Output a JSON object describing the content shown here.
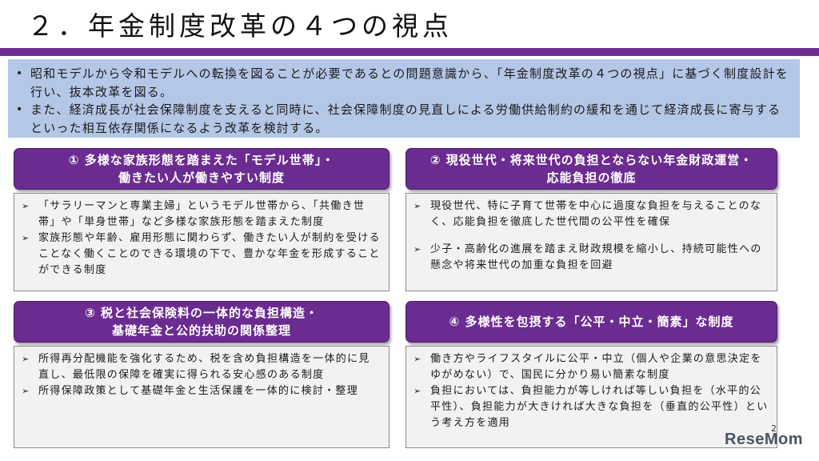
{
  "title": "２．年金制度改革の４つの視点",
  "summary": [
    "昭和モデルから令和モデルへの転換を図ることが必要であるとの問題意識から、「年金制度改革の４つの視点」に基づく制度設計を行い、抜本改革を図る。",
    "また、経済成長が社会保障制度を支えると同時に、社会保障制度の見直しによる労働供給制約の緩和を通じて経済成長に寄与するといった相互依存関係になるよう改革を検討する。"
  ],
  "sections": [
    {
      "header": "① 多様な家族形態を踏まえた「モデル世帯」・\n働きたい人が働きやすい制度",
      "items": [
        "「サラリーマンと専業主婦」というモデル世帯から、「共働き世帯」や「単身世帯」など多様な家族形態を踏まえた制度",
        "家族形態や年齢、雇用形態に関わらず、働きたい人が制約を受けることなく働くことのできる環境の下で、豊かな年金を形成することができる制度"
      ]
    },
    {
      "header": "② 現役世代・将来世代の負担とならない年金財政運営・\n応能負担の徹底",
      "items": [
        "現役世代、特に子育て世帯を中心に過度な負担を与えることのなく、応能負担を徹底した世代間の公平性を確保",
        "少子・高齢化の進展を踏まえ財政規模を縮小し、持続可能性への懸念や将来世代の加重な負担を回避"
      ]
    },
    {
      "header": "③ 税と社会保険料の一体的な負担構造・\n基礎年金と公的扶助の関係整理",
      "items": [
        "所得再分配機能を強化するため、税を含め負担構造を一体的に見直し、最低限の保障を確実に得られる安心感のある制度",
        "所得保障政策として基礎年金と生活保護を一体的に検討・整理"
      ]
    },
    {
      "header": "④ 多様性を包摂する「公平・中立・簡素」な制度",
      "items": [
        "働き方やライフスタイルに公平・中立（個人や企業の意思決定をゆがめない）で、国民に分かり易い簡素な制度",
        "負担においては、負担能力が等しければ等しい負担を（水平的公平性）、負担能力が大きければ大きな負担を（垂直的公平性）という考え方を適用"
      ]
    }
  ],
  "page_number": "2",
  "logo": {
    "prefix": "Rese",
    "suffix": "Mom"
  },
  "colors": {
    "accent": "#6b2c91",
    "summary_bg": "#b4c7e7",
    "box_bg": "#f2f2f2"
  },
  "icons": {
    "bullet": "bullet-dot",
    "item_marker": "arrowhead-bullet"
  }
}
